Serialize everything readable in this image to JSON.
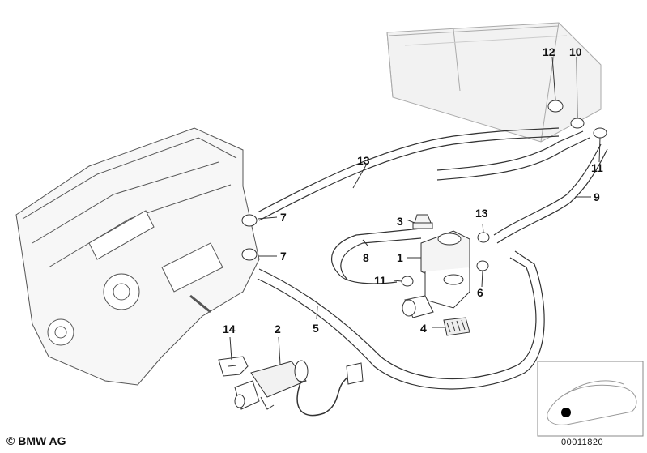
{
  "callouts": [
    {
      "id": "c1",
      "text": "1"
    },
    {
      "id": "c2",
      "text": "2"
    },
    {
      "id": "c3",
      "text": "3"
    },
    {
      "id": "c4",
      "text": "4"
    },
    {
      "id": "c5",
      "text": "5"
    },
    {
      "id": "c6",
      "text": "6"
    },
    {
      "id": "c7a",
      "text": "7"
    },
    {
      "id": "c7b",
      "text": "7"
    },
    {
      "id": "c8",
      "text": "8"
    },
    {
      "id": "c9",
      "text": "9"
    },
    {
      "id": "c10",
      "text": "10"
    },
    {
      "id": "c11a",
      "text": "11"
    },
    {
      "id": "c11b",
      "text": "11"
    },
    {
      "id": "c12",
      "text": "12"
    },
    {
      "id": "c13a",
      "text": "13"
    },
    {
      "id": "c13b",
      "text": "13"
    },
    {
      "id": "c14",
      "text": "14"
    }
  ],
  "footer": {
    "copyright": "© BMW AG",
    "image_number": "00011820"
  }
}
